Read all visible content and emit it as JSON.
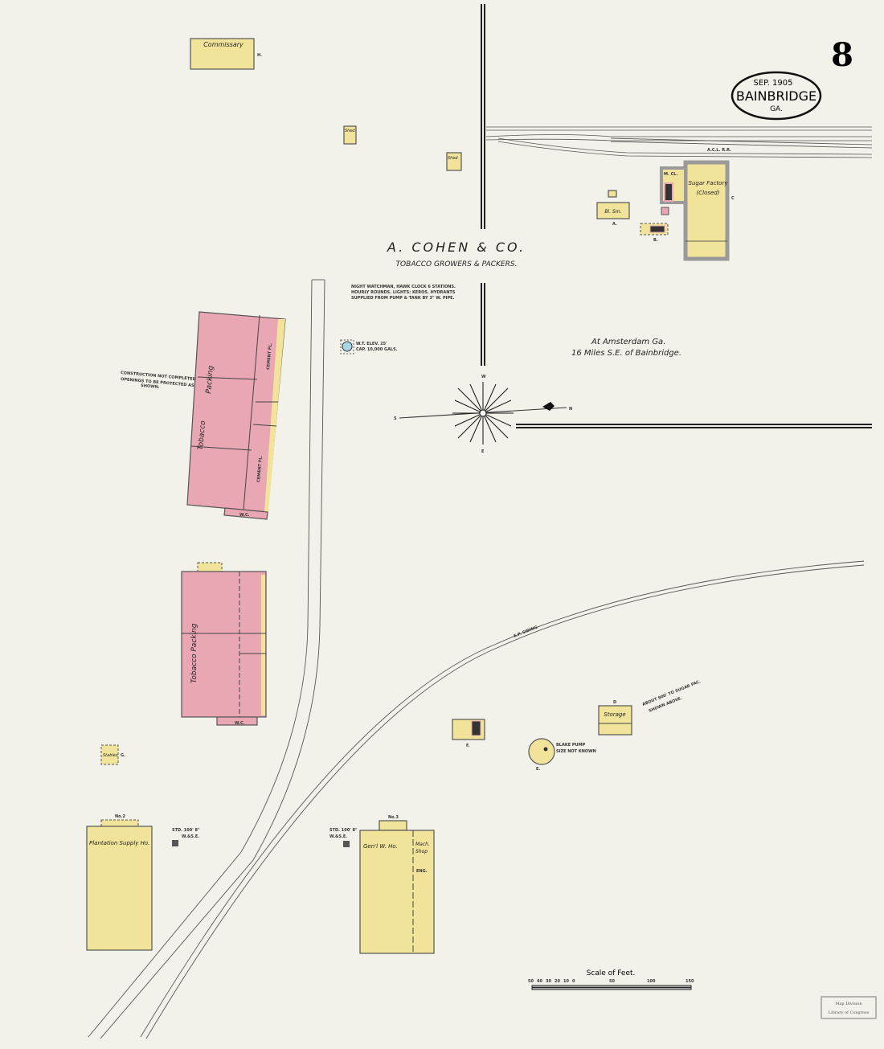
{
  "sheet": {
    "number": "8",
    "date": "SEP. 1905",
    "town": "BAINBRIDGE",
    "state": "GA."
  },
  "title": {
    "company": "A.  COHEN  &  CO.",
    "subtitle": "TOBACCO GROWERS & PACKERS.",
    "location_line1": "At Amsterdam Ga.",
    "location_line2": "16 Miles S.E. of Bainbridge."
  },
  "notes": {
    "watchman": [
      "NIGHT WATCHMAN, HAWK CLOCK 6 STATIONS.",
      "HOURLY ROUNDS. LIGHTS: KEROS. HYDRANTS",
      "SUPPLIED FROM PUMP & TANK BY 3\" W. PIPE."
    ],
    "construction": [
      "CONSTRUCTION NOT COMPLETED",
      "OPENINGS TO BE PROTECTED AS",
      "SHOWN."
    ],
    "water_tank": [
      "W.T. ELEV. 25'",
      "CAP. 10,000 GALS."
    ],
    "pump": [
      "BLAKE PUMP",
      "SIZE NOT KNOWN"
    ],
    "sugar_note": [
      "ABOUT 900' TO SUGAR FAC.",
      "SHOWN ABOVE."
    ],
    "tank_left": [
      "STD. 100' 8\"",
      "W.&S.E."
    ],
    "tank_right": [
      "STD. 100' 8\"",
      "W.&S.E."
    ]
  },
  "railroads": {
    "acl": "A.C.L. R.R.",
    "siding": "E.P. SIDING"
  },
  "compass": {
    "n": "N",
    "s": "S",
    "e": "E",
    "w": "W"
  },
  "buildings": {
    "commissary": "Commissary",
    "shed1": "Shed",
    "shed2": "Shed",
    "sugar_factory": "Sugar Factory",
    "sugar_status": "(Closed)",
    "mcl": "M. CL.",
    "bl_sm": "Bl. Sm.",
    "packing1_a": "Tobacco",
    "packing1_b": "Packing",
    "packing2": "Tobacco Packing",
    "cement_fl": "CEMENT FL.",
    "wc": "W.C.",
    "stables": "Stables",
    "storage": "Storage",
    "plantation_supply": "Plantation Supply Ho.",
    "genl_wh": "Gen'l W. Ho.",
    "mach_shop_1": "Mach.",
    "mach_shop_2": "Shop",
    "eng": "ENG.",
    "no2": "No.2",
    "no3": "No.3",
    "letters": {
      "a": "A.",
      "b": "B.",
      "c": "C",
      "d": "D",
      "e": "E.",
      "f": "F.",
      "g": "G.",
      "h": "H."
    }
  },
  "scale": {
    "title": "Scale of Feet.",
    "ticks": [
      "50",
      "40",
      "30",
      "20",
      "10",
      "0",
      "50",
      "100",
      "150"
    ]
  },
  "stamp": {
    "line1": "Map Division",
    "line2": "Library of Congress"
  },
  "colors": {
    "paper": "#f3f2ea",
    "brick": "#e9a7b4",
    "frame": "#f2e39a",
    "fireproof": "#9a9a9a",
    "water": "#a8d4e6"
  }
}
